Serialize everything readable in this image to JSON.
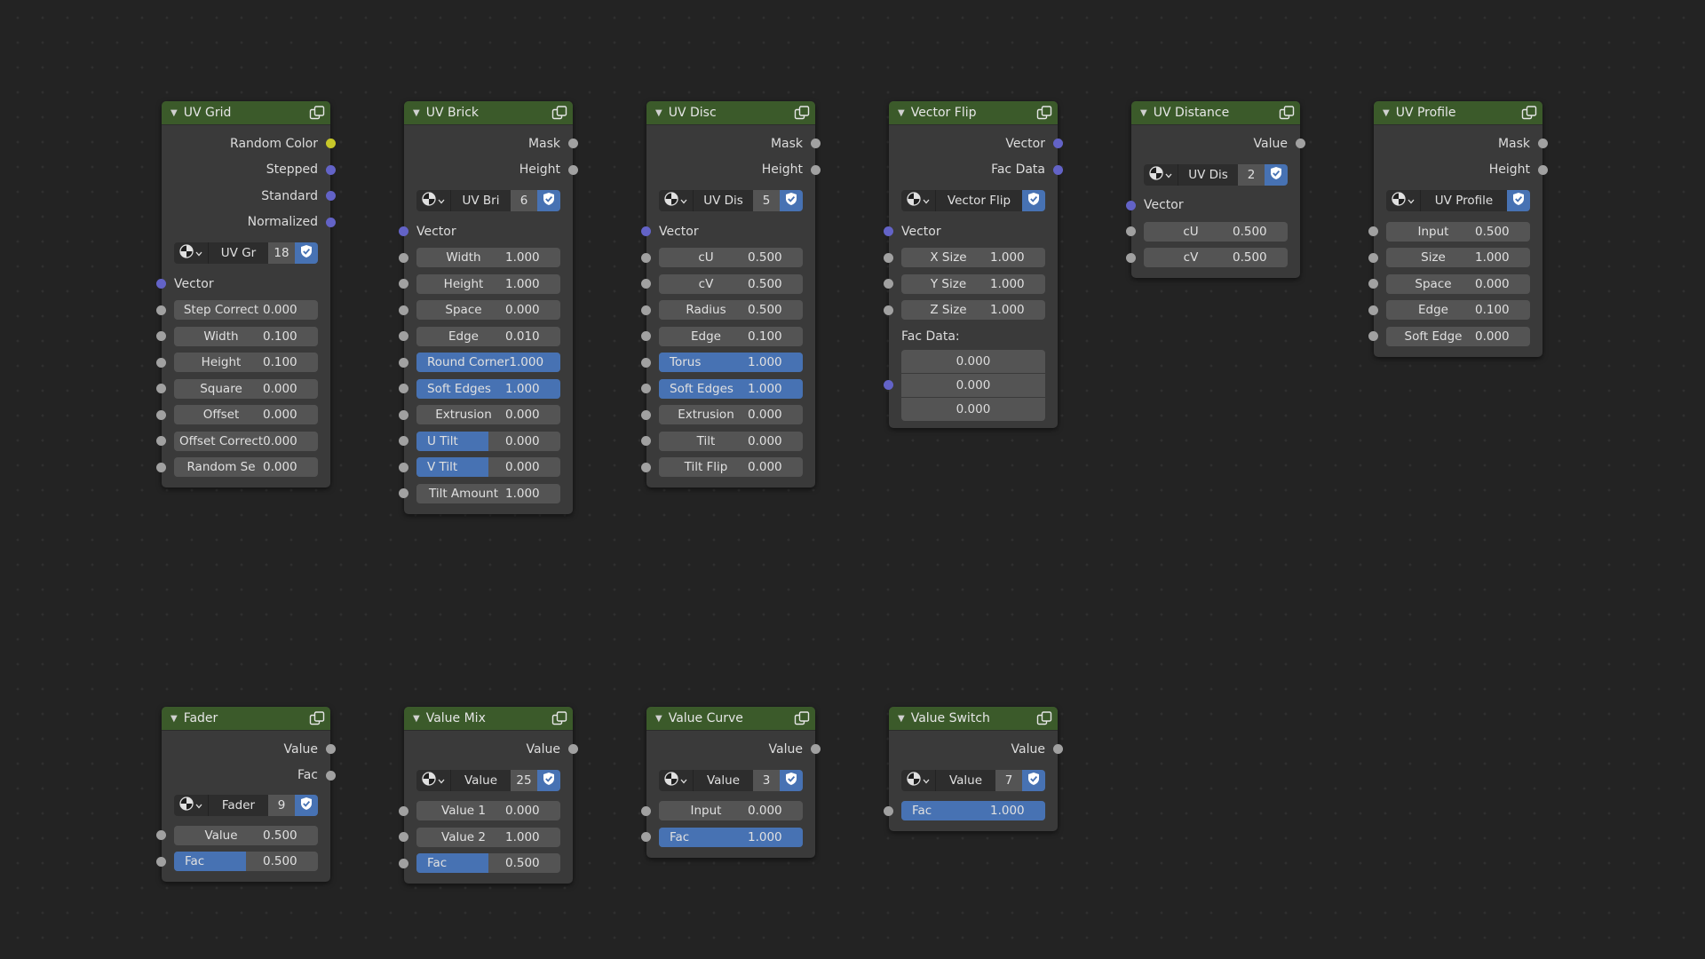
{
  "colors": {
    "background": "#232323",
    "node_body": "#3a3a3a",
    "node_header": "#3b5a2a",
    "field": "#545454",
    "field_fill": "#4772b3",
    "socket_gray": "#a1a1a1",
    "socket_purple": "#6363c7",
    "socket_yellow": "#c7c729"
  },
  "icons": {
    "collapse": "triangle-down-icon",
    "group": "node-group-icon",
    "datablock": "sphere-icon",
    "fake_user": "shield-icon"
  },
  "nodes": [
    {
      "title": "UV Grid",
      "outputs": [
        {
          "label": "Random Color",
          "socket": "yellow"
        },
        {
          "label": "Stepped",
          "socket": "purple"
        },
        {
          "label": "Standard",
          "socket": "purple"
        },
        {
          "label": "Normalized",
          "socket": "purple"
        }
      ],
      "datablock": {
        "name": "UV Gr",
        "users": "18"
      },
      "vector_label": "Vector",
      "fields": [
        {
          "label": "Step Correct",
          "value": "0.000",
          "fill": 0
        },
        {
          "label": "Width",
          "value": "0.100",
          "fill": 0
        },
        {
          "label": "Height",
          "value": "0.100",
          "fill": 0
        },
        {
          "label": "Square",
          "value": "0.000",
          "fill": 0
        },
        {
          "label": "Offset",
          "value": "0.000",
          "fill": 0
        },
        {
          "label": "Offset Correct",
          "value": "0.000",
          "fill": 0
        },
        {
          "label": "Random Se",
          "value": "0.000",
          "fill": 0
        }
      ]
    },
    {
      "title": "UV Brick",
      "outputs": [
        {
          "label": "Mask",
          "socket": "gray"
        },
        {
          "label": "Height",
          "socket": "gray"
        }
      ],
      "datablock": {
        "name": "UV Bri",
        "users": "6"
      },
      "vector_label": "Vector",
      "fields": [
        {
          "label": "Width",
          "value": "1.000",
          "fill": 0
        },
        {
          "label": "Height",
          "value": "1.000",
          "fill": 0
        },
        {
          "label": "Space",
          "value": "0.000",
          "fill": 0
        },
        {
          "label": "Edge",
          "value": "0.010",
          "fill": 0
        },
        {
          "label": "Round Corner",
          "value": "1.000",
          "fill": 1
        },
        {
          "label": "Soft Edges",
          "value": "1.000",
          "fill": 1
        },
        {
          "label": "Extrusion",
          "value": "0.000",
          "fill": 0
        },
        {
          "label": "U Tilt",
          "value": "0.000",
          "fill": 0.5
        },
        {
          "label": "V Tilt",
          "value": "0.000",
          "fill": 0.5
        },
        {
          "label": "Tilt Amount",
          "value": "1.000",
          "fill": 0
        }
      ]
    },
    {
      "title": "UV Disc",
      "outputs": [
        {
          "label": "Mask",
          "socket": "gray"
        },
        {
          "label": "Height",
          "socket": "gray"
        }
      ],
      "datablock": {
        "name": "UV Dis",
        "users": "5"
      },
      "vector_label": "Vector",
      "fields": [
        {
          "label": "cU",
          "value": "0.500",
          "fill": 0
        },
        {
          "label": "cV",
          "value": "0.500",
          "fill": 0
        },
        {
          "label": "Radius",
          "value": "0.500",
          "fill": 0
        },
        {
          "label": "Edge",
          "value": "0.100",
          "fill": 0
        },
        {
          "label": "Torus",
          "value": "1.000",
          "fill": 1
        },
        {
          "label": "Soft Edges",
          "value": "1.000",
          "fill": 1
        },
        {
          "label": "Extrusion",
          "value": "0.000",
          "fill": 0
        },
        {
          "label": "Tilt",
          "value": "0.000",
          "fill": 0
        },
        {
          "label": "Tilt Flip",
          "value": "0.000",
          "fill": 0
        }
      ]
    },
    {
      "title": "Vector Flip",
      "outputs": [
        {
          "label": "Vector",
          "socket": "purple"
        },
        {
          "label": "Fac Data",
          "socket": "purple"
        }
      ],
      "datablock": {
        "name": "Vector Flip",
        "users": ""
      },
      "vector_label": "Vector",
      "fields": [
        {
          "label": "X Size",
          "value": "1.000",
          "fill": 0
        },
        {
          "label": "Y Size",
          "value": "1.000",
          "fill": 0
        },
        {
          "label": "Z Size",
          "value": "1.000",
          "fill": 0
        }
      ],
      "fac_data": {
        "label": "Fac Data:",
        "values": [
          "0.000",
          "0.000",
          "0.000"
        ]
      }
    },
    {
      "title": "UV Distance",
      "outputs": [
        {
          "label": "Value",
          "socket": "gray"
        }
      ],
      "datablock": {
        "name": "UV Dis",
        "users": "2"
      },
      "vector_label": "Vector",
      "fields": [
        {
          "label": "cU",
          "value": "0.500",
          "fill": 0
        },
        {
          "label": "cV",
          "value": "0.500",
          "fill": 0
        }
      ]
    },
    {
      "title": "UV Profile",
      "outputs": [
        {
          "label": "Mask",
          "socket": "gray"
        },
        {
          "label": "Height",
          "socket": "gray"
        }
      ],
      "datablock": {
        "name": "UV Profile",
        "users": ""
      },
      "fields": [
        {
          "label": "Input",
          "value": "0.500",
          "fill": 0
        },
        {
          "label": "Size",
          "value": "1.000",
          "fill": 0
        },
        {
          "label": "Space",
          "value": "0.000",
          "fill": 0
        },
        {
          "label": "Edge",
          "value": "0.100",
          "fill": 0
        },
        {
          "label": "Soft Edge",
          "value": "0.000",
          "fill": 0
        }
      ]
    },
    {
      "title": "Fader",
      "outputs": [
        {
          "label": "Value",
          "socket": "gray"
        },
        {
          "label": "Fac",
          "socket": "gray"
        }
      ],
      "datablock": {
        "name": "Fader",
        "users": "9"
      },
      "fields": [
        {
          "label": "Value",
          "value": "0.500",
          "fill": 0
        },
        {
          "label": "Fac",
          "value": "0.500",
          "fill": 0.5
        }
      ]
    },
    {
      "title": "Value Mix",
      "outputs": [
        {
          "label": "Value",
          "socket": "gray"
        }
      ],
      "datablock": {
        "name": "Value",
        "users": "25"
      },
      "fields": [
        {
          "label": "Value 1",
          "value": "0.000",
          "fill": 0
        },
        {
          "label": "Value 2",
          "value": "1.000",
          "fill": 0
        },
        {
          "label": "Fac",
          "value": "0.500",
          "fill": 0.5
        }
      ]
    },
    {
      "title": "Value Curve",
      "outputs": [
        {
          "label": "Value",
          "socket": "gray"
        }
      ],
      "datablock": {
        "name": "Value",
        "users": "3"
      },
      "fields": [
        {
          "label": "Input",
          "value": "0.000",
          "fill": 0
        },
        {
          "label": "Fac",
          "value": "1.000",
          "fill": 1
        }
      ]
    },
    {
      "title": "Value Switch",
      "outputs": [
        {
          "label": "Value",
          "socket": "gray"
        }
      ],
      "datablock": {
        "name": "Value",
        "users": "7"
      },
      "fields": [
        {
          "label": "Fac",
          "value": "1.000",
          "fill": 1
        }
      ]
    }
  ]
}
